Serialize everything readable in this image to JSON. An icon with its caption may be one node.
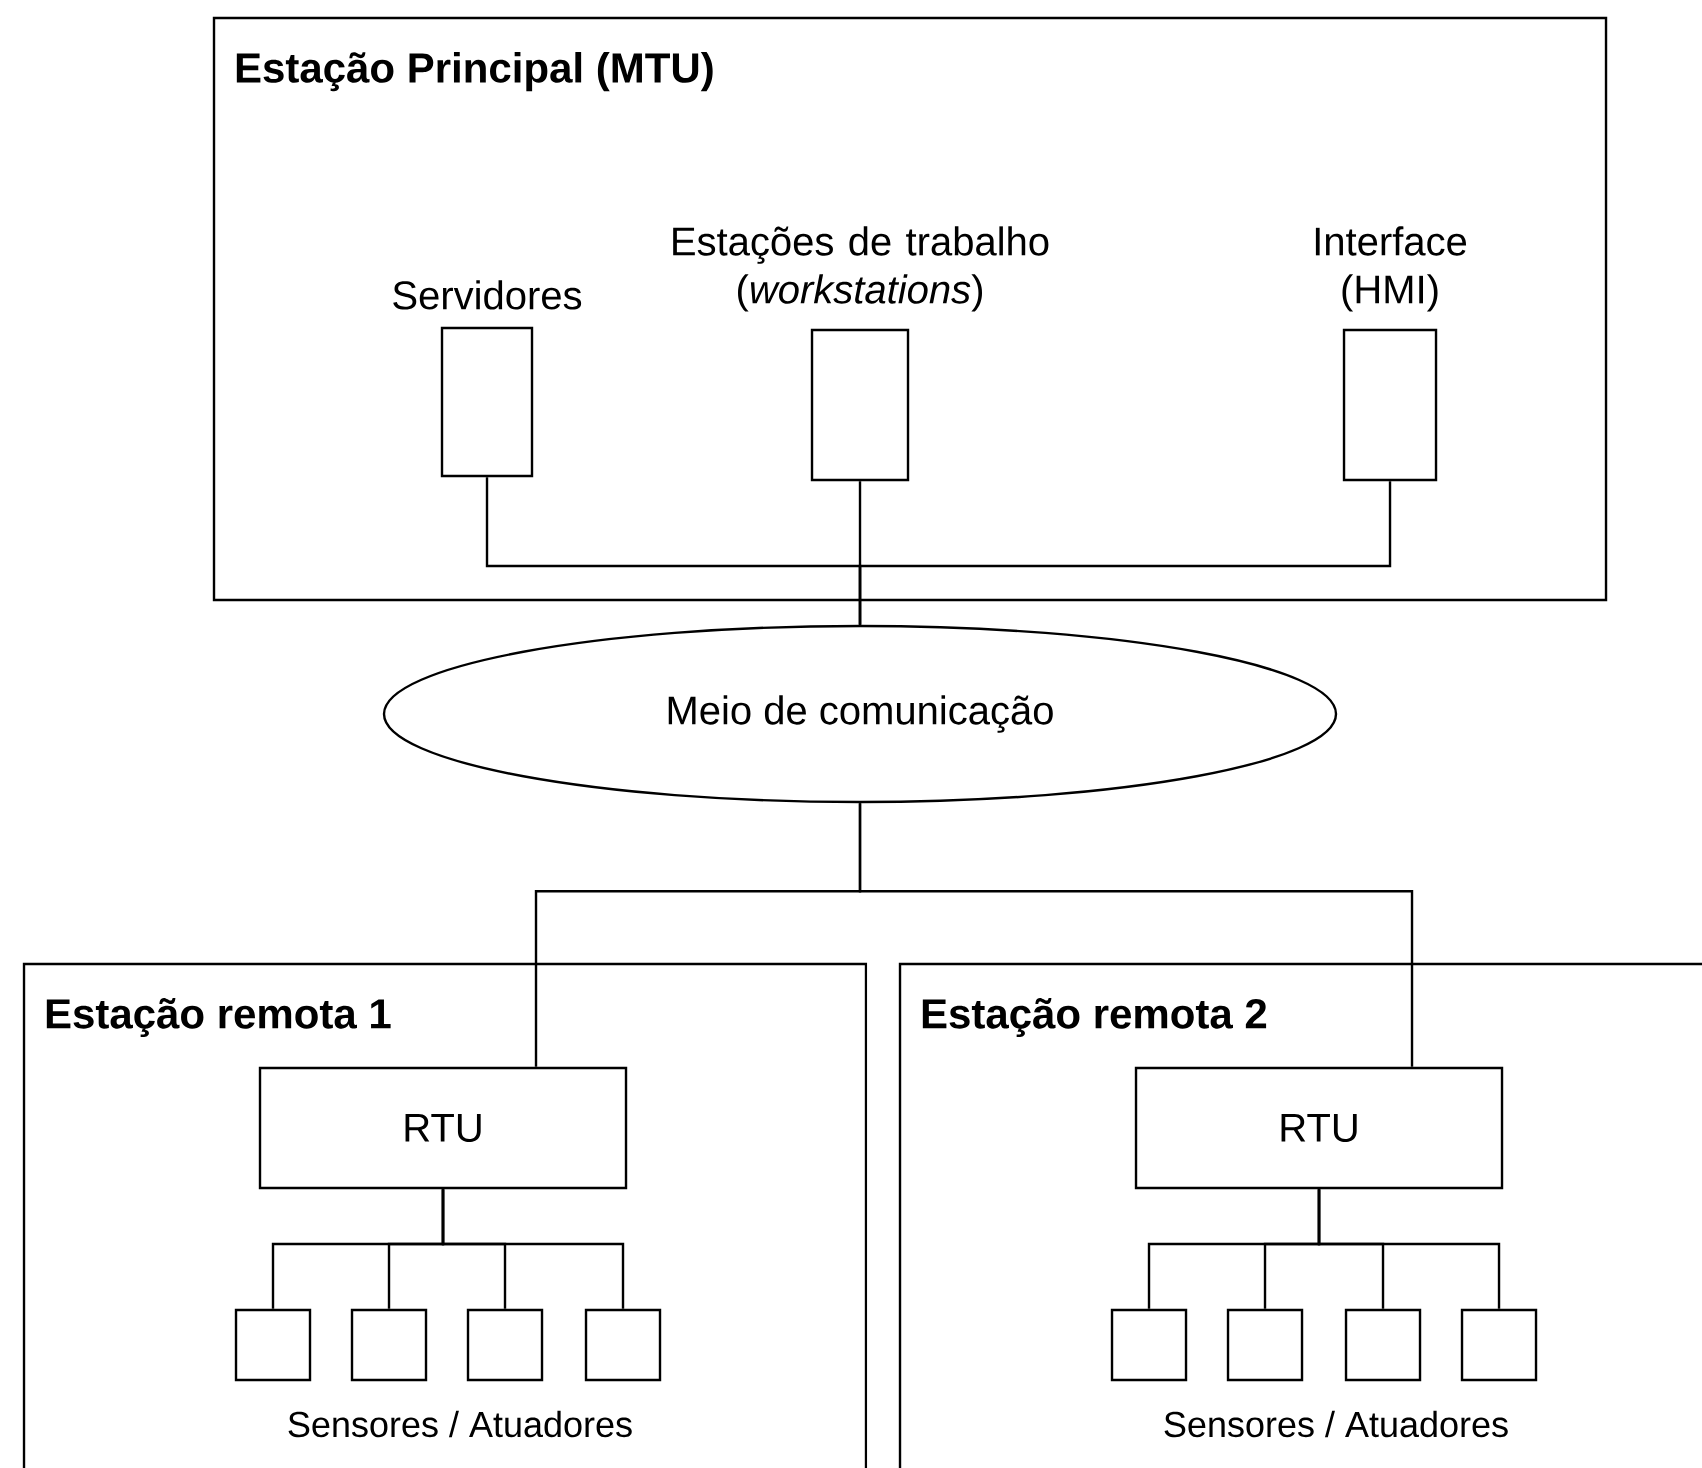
{
  "diagram": {
    "nodes": [
      {
        "text": [
          "Estação Principal (MTU)"
        ]
      },
      {
        "text": [
          "Servidores"
        ],
        "in": 0
      },
      {
        "text": [
          "Estações de trabalho (*workstations*)"
        ],
        "in": 0
      },
      {
        "text": [
          "Interface (HMI)"
        ],
        "in": 0
      },
      {
        "text": [
          "Meio de comunicação"
        ]
      },
      {
        "text": [
          "Estação remota 1"
        ]
      },
      {
        "text": [
          "RTU"
        ],
        "in": 5
      },
      {
        "text": [],
        "shape": "box",
        "in": 5
      },
      {
        "text": [],
        "shape": "box",
        "in": 5
      },
      {
        "text": [],
        "shape": "box",
        "in": 5
      },
      {
        "text": [],
        "shape": "box",
        "in": 5
      },
      {
        "text": [
          "Estação remota 2"
        ]
      },
      {
        "text": [
          "RTU"
        ],
        "in": 11
      },
      {
        "text": [],
        "shape": "box",
        "in": 11
      },
      {
        "text": [],
        "shape": "box",
        "in": 11
      },
      {
        "text": [],
        "shape": "box",
        "in": 11
      },
      {
        "text": [],
        "shape": "box",
        "in": 11
      }
    ],
    "edges": [
      {
        "from": 1,
        "to": 4,
        "arrow": "none"
      },
      {
        "from": 2,
        "to": 4,
        "arrow": "none"
      },
      {
        "from": 3,
        "to": 4,
        "arrow": "none"
      },
      {
        "from": 4,
        "to": 6,
        "arrow": "none"
      },
      {
        "from": 4,
        "to": 12,
        "arrow": "none"
      },
      {
        "from": 6,
        "to": 7,
        "arrow": "none"
      },
      {
        "from": 6,
        "to": 8,
        "arrow": "none"
      },
      {
        "from": 6,
        "to": 9,
        "arrow": "none"
      },
      {
        "from": 6,
        "to": 10,
        "arrow": "none"
      },
      {
        "from": 12,
        "to": 13,
        "arrow": "none"
      },
      {
        "from": 12,
        "to": 14,
        "arrow": "none"
      },
      {
        "from": 12,
        "to": 15,
        "arrow": "none"
      },
      {
        "from": 12,
        "to": 16,
        "arrow": "none"
      }
    ],
    "labels": [
      "Sensores / Atuadores",
      "Sensores / Atuadores"
    ]
  }
}
